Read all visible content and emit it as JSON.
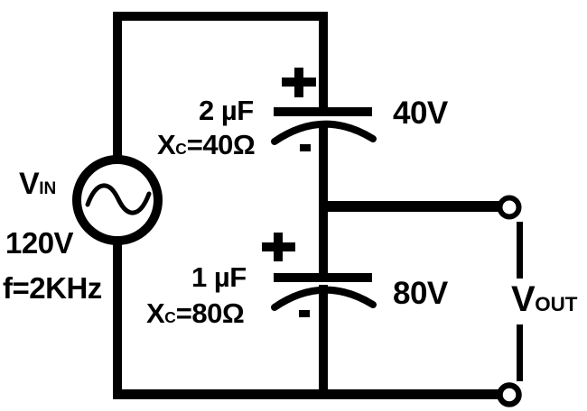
{
  "source": {
    "label_main": "V",
    "label_sub": "IN",
    "voltage": "120V",
    "frequency": "f=2KHz"
  },
  "capacitor_top": {
    "capacitance": "2 µF",
    "reactance_symbol": "X",
    "reactance_sub": "C",
    "reactance_value": "=40Ω",
    "voltage": "40V",
    "polarity_positive": "+",
    "polarity_negative": "-"
  },
  "capacitor_bottom": {
    "capacitance": "1 µF",
    "reactance_symbol": "X",
    "reactance_sub": "C",
    "reactance_value": "=80Ω",
    "voltage": "80V",
    "polarity_positive": "+",
    "polarity_negative": "-"
  },
  "output": {
    "label_main": "V",
    "label_sub": "OUT"
  },
  "colors": {
    "wire": "#000000",
    "text": "#000000",
    "background": "#ffffff"
  }
}
